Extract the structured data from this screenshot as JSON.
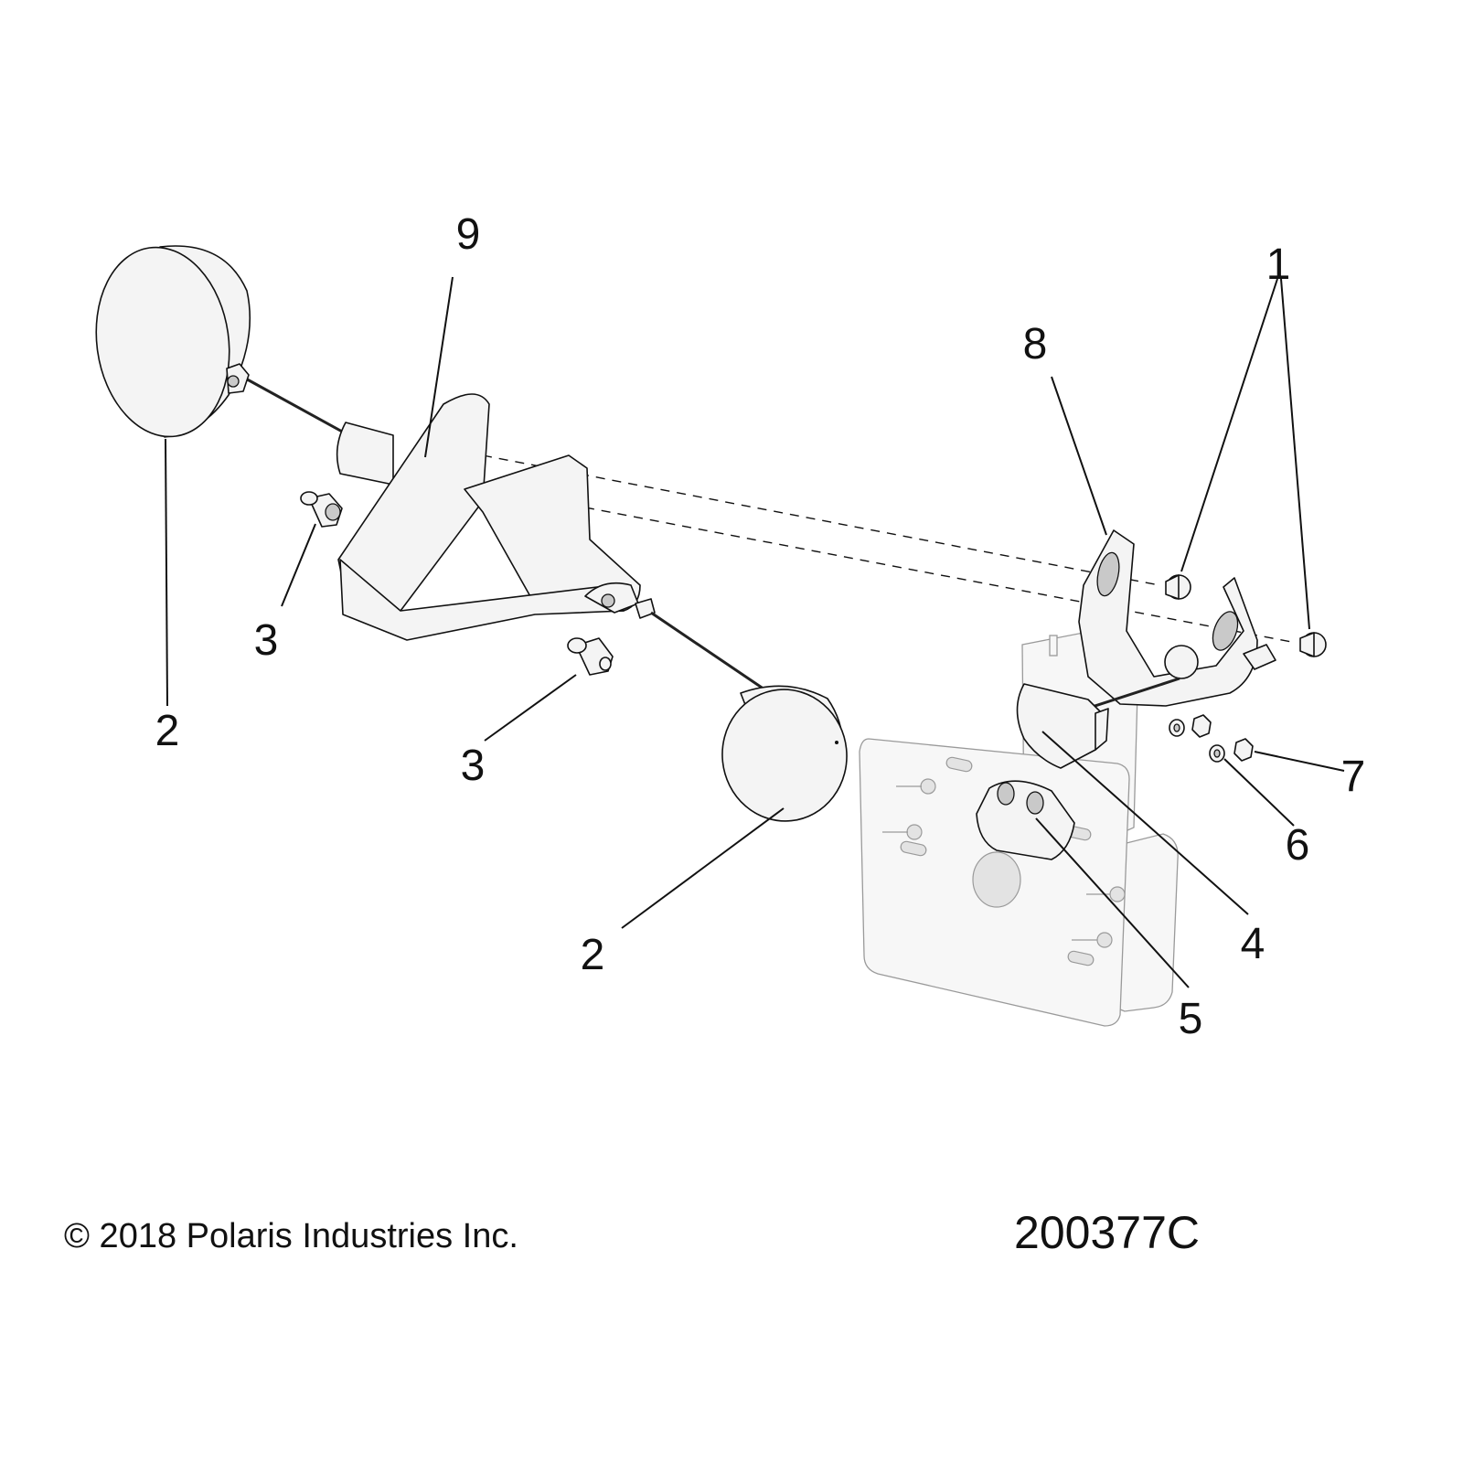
{
  "callouts": {
    "c1": "1",
    "c2a": "2",
    "c2b": "2",
    "c3a": "3",
    "c3b": "3",
    "c4": "4",
    "c5": "5",
    "c6": "6",
    "c7": "7",
    "c8": "8",
    "c9": "9"
  },
  "footer": {
    "copyright": "© 2018 Polaris Industries Inc.",
    "diagram_number": "200377C"
  }
}
